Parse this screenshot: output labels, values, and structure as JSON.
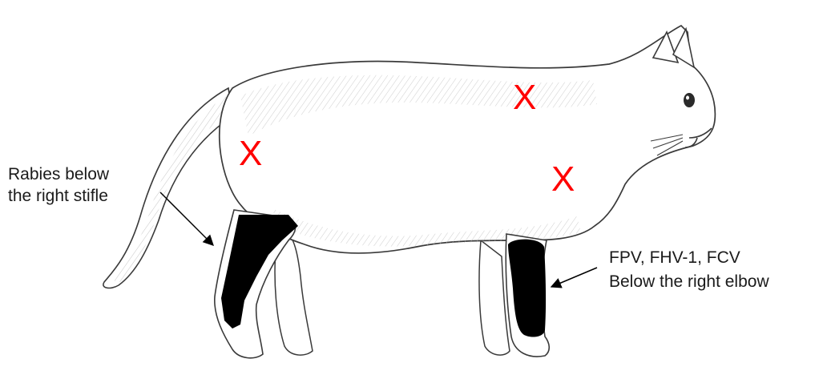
{
  "labels": {
    "rabies": [
      "Rabies below",
      "the right stifle"
    ],
    "fpv": [
      "FPV, FHV-1, FCV",
      "Below the right elbow"
    ]
  },
  "marks": {
    "x_symbol": "X",
    "count": 3
  },
  "colors": {
    "mark": "#ff0000",
    "injection_site": "#000000",
    "sketch_line": "#3a3a3a",
    "label_text": "#1a1a1a"
  }
}
